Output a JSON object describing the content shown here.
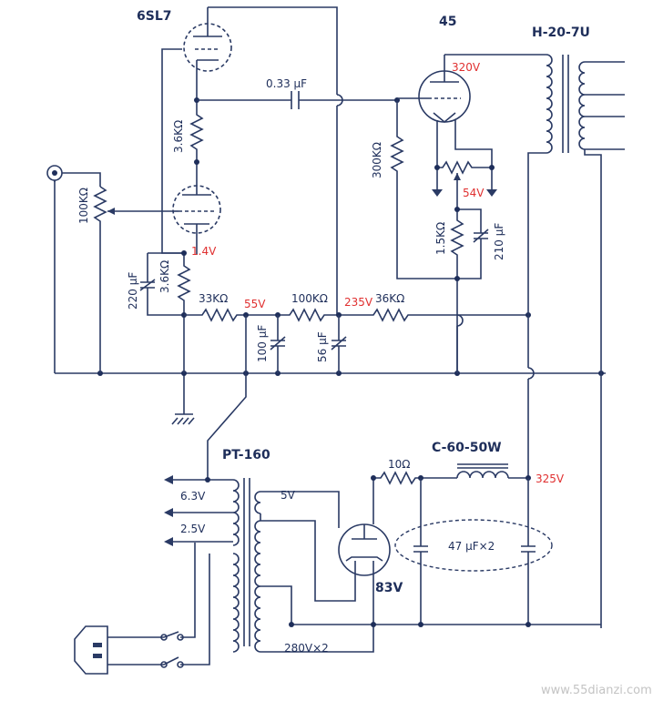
{
  "tubes": {
    "driver": "6SL7",
    "output": "45",
    "rectifier": "83V"
  },
  "transformers": {
    "output": "H-20-7U",
    "power": "PT-160",
    "choke": "C-60-50W"
  },
  "capacitors": {
    "coupling": "0.33 μF",
    "cathode_driver": "220 μF",
    "cathode_output": "210 μF",
    "decouple1": "100 μF",
    "decouple2": "56 μF",
    "filter": "47 μF×2"
  },
  "resistors": {
    "plate1": "3.6KΩ",
    "cathode1": "3.6KΩ",
    "volume": "100KΩ",
    "grid_leak": "300KΩ",
    "cathode_output": "1.5KΩ",
    "dropping1": "33KΩ",
    "dropping2": "100KΩ",
    "dropping3": "36KΩ",
    "rect_series": "10Ω"
  },
  "voltages": {
    "plate_output": "320V",
    "cathode_output": "54V",
    "cathode_driver": "1.4V",
    "node1": "55V",
    "node2": "235V",
    "supply": "325V"
  },
  "windings": {
    "w1": "6.3V",
    "w2": "2.5V",
    "w3": "5V",
    "hv": "280V×2"
  },
  "watermark": "www.55dianzi.com"
}
